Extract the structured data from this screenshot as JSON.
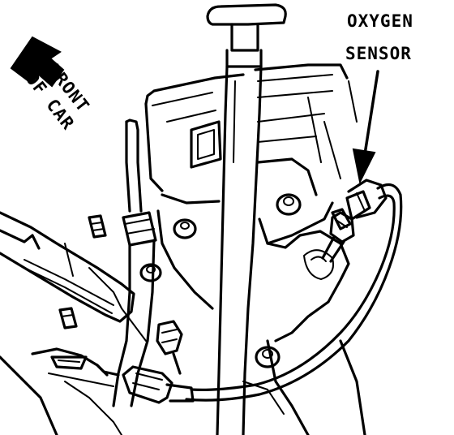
{
  "labels": {
    "callout_line1": "OXYGEN",
    "callout_line2": "SENSOR",
    "direction_line1": "FRONT",
    "direction_line2": "OF CAR"
  },
  "icons": {
    "direction_arrow": "arrow-up-left-icon",
    "callout_arrow": "arrow-down-icon"
  },
  "colors": {
    "ink": "#000000",
    "paper": "#ffffff"
  }
}
